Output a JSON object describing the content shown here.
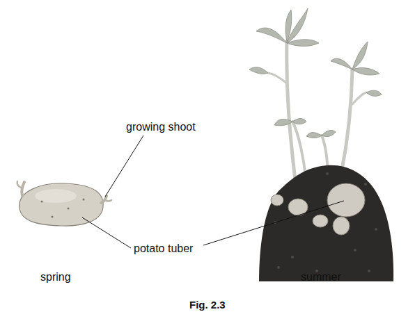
{
  "diagram": {
    "caption": "Fig. 2.3",
    "labels": [
      "growing shoot",
      "potato tuber",
      "spring",
      "summer"
    ]
  }
}
